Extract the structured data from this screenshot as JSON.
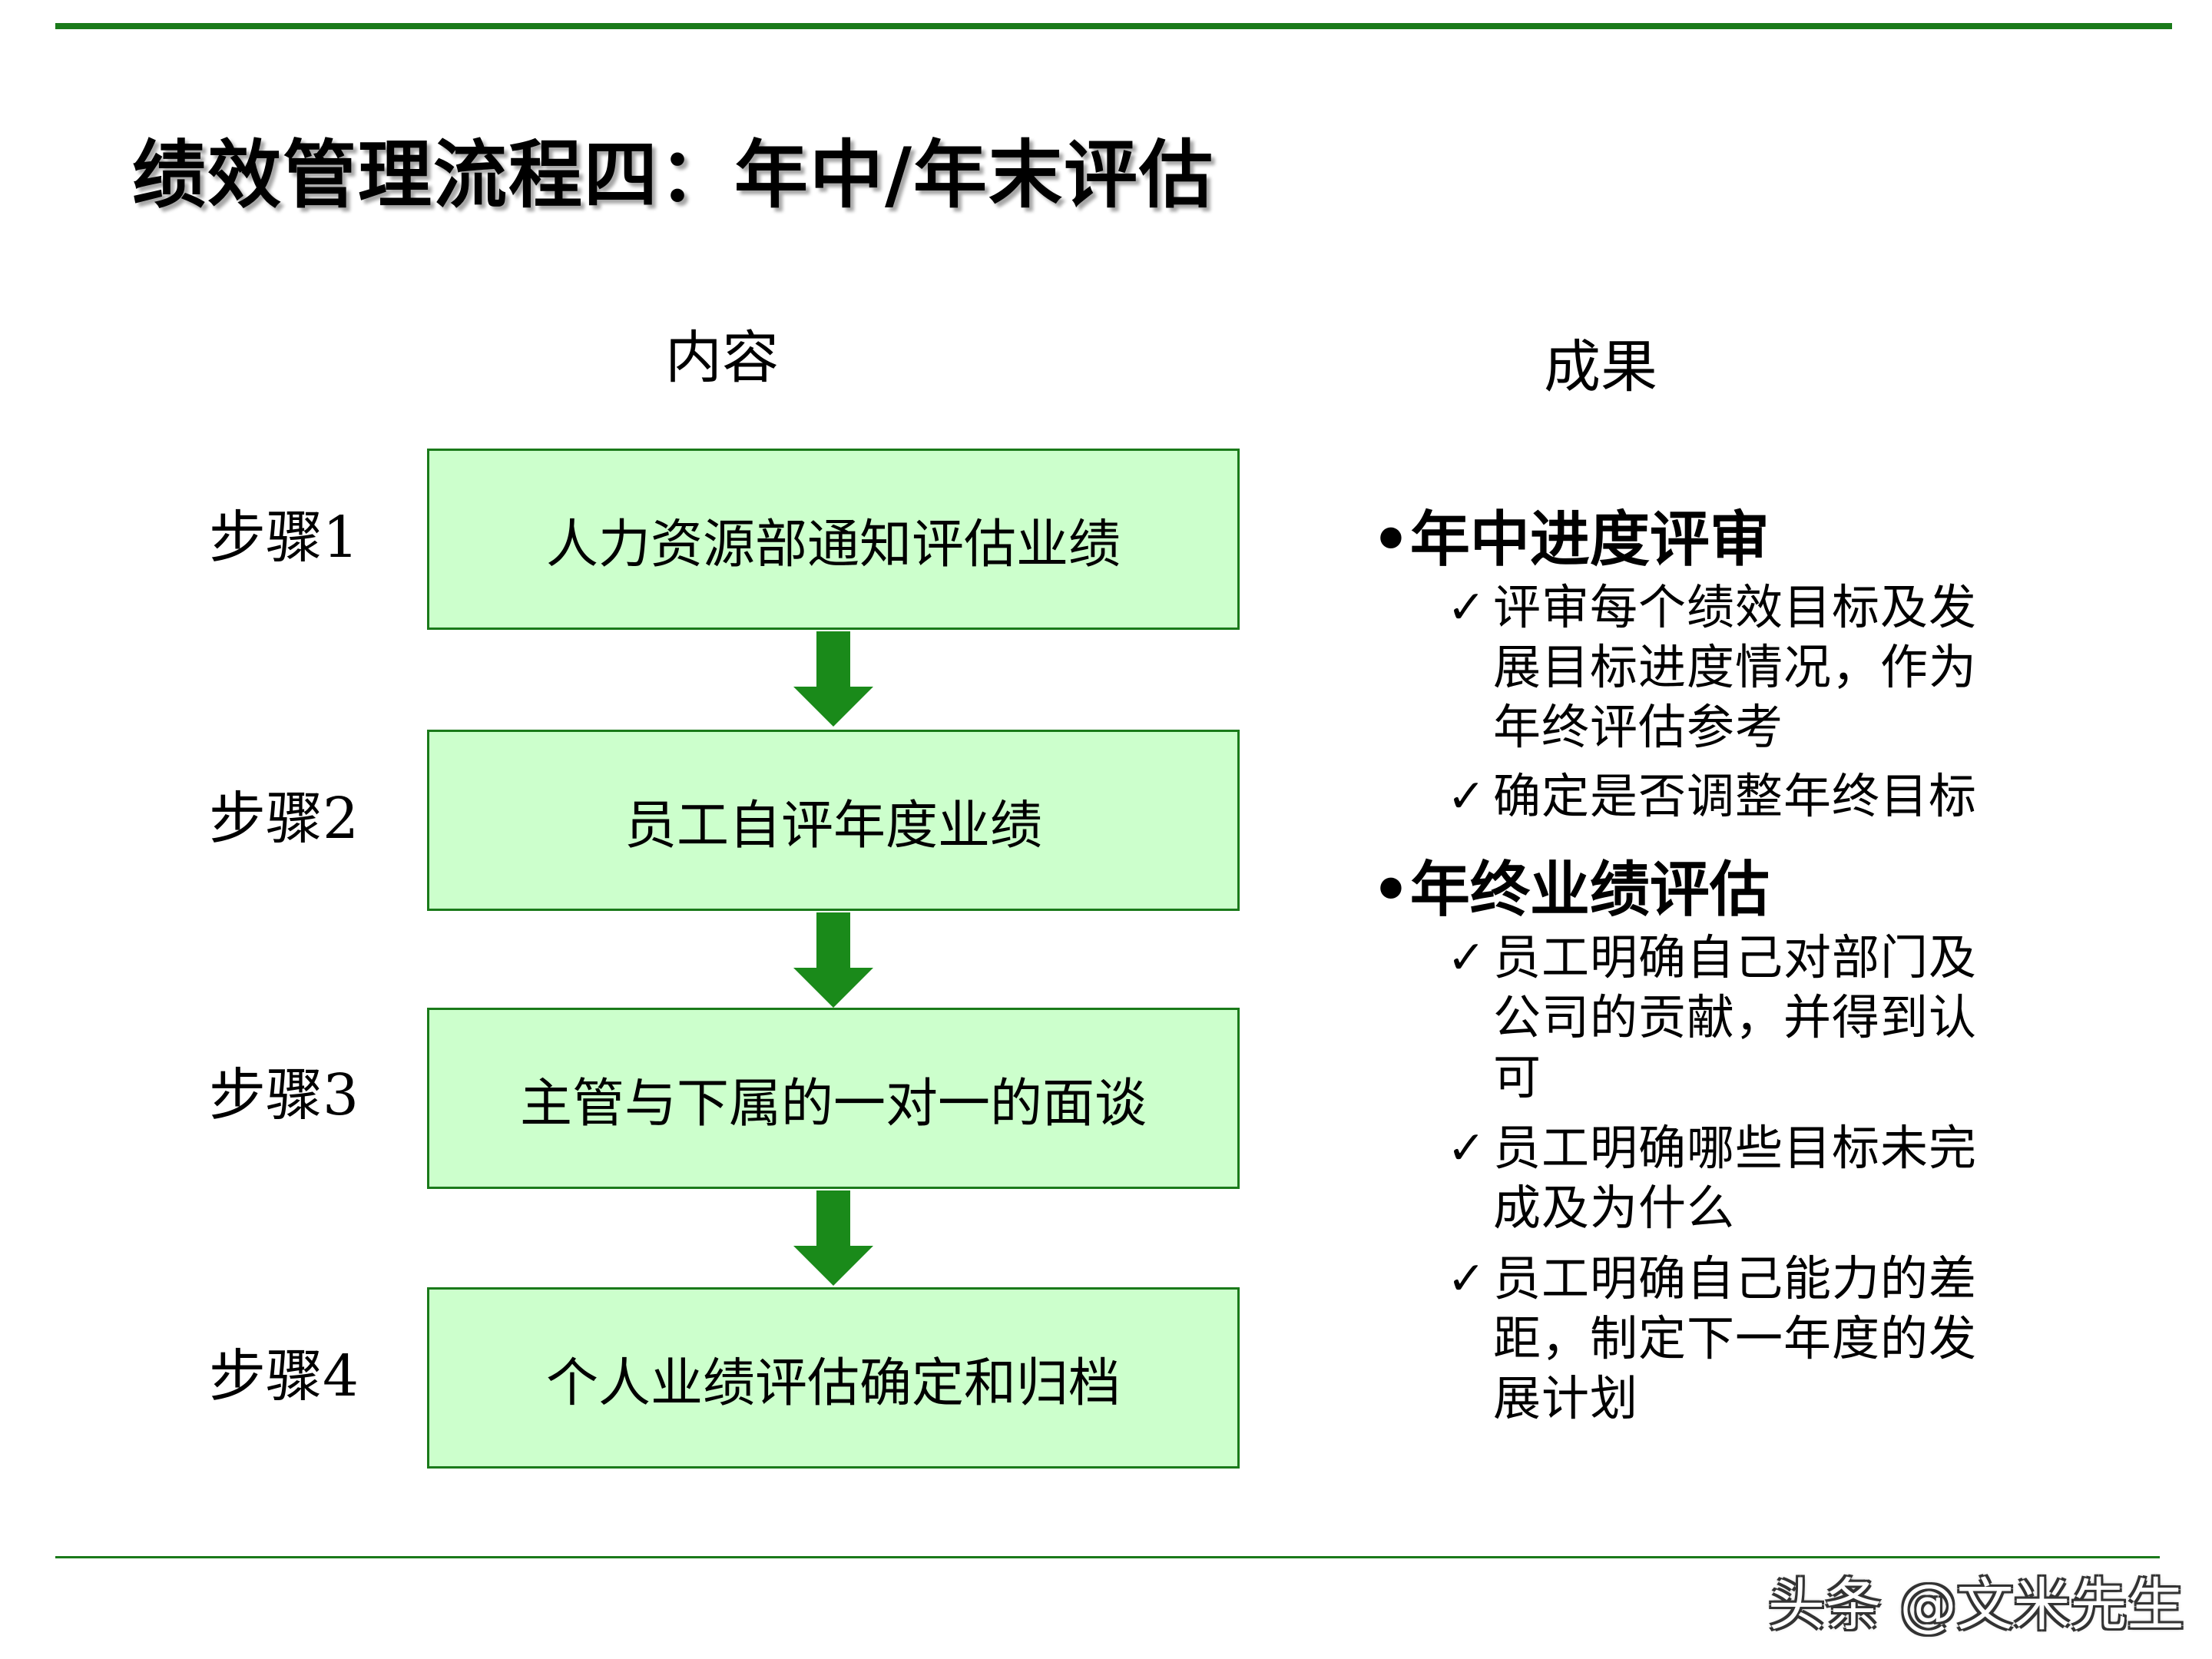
{
  "title": "绩效管理流程四：年中/年末评估",
  "columns": {
    "content": "内容",
    "result": "成果"
  },
  "steps": [
    {
      "label": "步骤1",
      "text": "人力资源部通知评估业绩"
    },
    {
      "label": "步骤2",
      "text": "员工自评年度业绩"
    },
    {
      "label": "步骤3",
      "text": "主管与下属的一对一的面谈"
    },
    {
      "label": "步骤4",
      "text": "个人业绩评估确定和归档"
    }
  ],
  "results": [
    {
      "heading": "•年中进度评审",
      "items": [
        "评审每个绩效目标及发展目标进度情况，作为年终评估参考",
        "确定是否调整年终目标"
      ]
    },
    {
      "heading": "•年终业绩评估",
      "items": [
        "员工明确自己对部门及公司的贡献，并得到认可",
        "员工明确哪些目标未完成及为什么",
        "员工明确自己能力的差距，制定下一年度的发展计划"
      ]
    }
  ],
  "check_symbol": "✓",
  "watermark": "头条 @文米先生",
  "colors": {
    "accent_green": "#1a7a1a",
    "box_fill": "#ccffcc",
    "arrow_green": "#1a8a1a"
  }
}
